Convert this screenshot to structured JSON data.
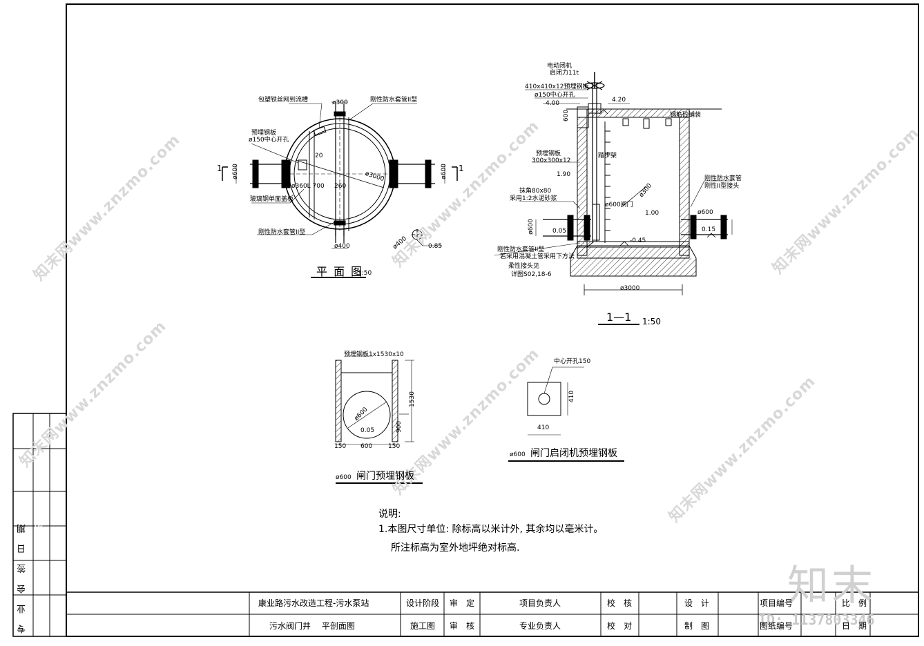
{
  "watermark": {
    "text": "知末网www.znzmo.com"
  },
  "logo": {
    "text": "知末",
    "id_text": "ID: 1137803346"
  },
  "plan": {
    "title": "平 面 图",
    "scale": "1:50",
    "labels": {
      "grate": "包塑铁丝网到流槽",
      "d300": "ø300",
      "sleeve_top": "刚性防水套管II型",
      "embed_plate": "预埋钢板",
      "center_hole": "ø150中心开孔",
      "r20": "20",
      "d600_left": "ø600",
      "d600_right": "ø600",
      "d3000": "ø3000",
      "d360": "ø360L 700",
      "v260": "260",
      "frp_grate": "玻璃钢单面盖板",
      "sleeve_bottom": "刚性防水套管II型",
      "d400_bottom": "ø400",
      "d400_side": "ø400",
      "elev": "0.85",
      "cut_left": "1",
      "cut_right": "1"
    }
  },
  "section": {
    "title": "1—1",
    "scale": "1:50",
    "labels": {
      "hoist": "电动闭机",
      "hoist2": "启闭力11t",
      "plate410": "410x410x12预埋钢板",
      "hole150": "ø150中心开孔",
      "elev400": "4.00",
      "elev420": "4.20",
      "paving": "钢筋砼铺装",
      "v600": "600",
      "embed300": "预埋钢板",
      "embed300b": "300x300x12",
      "elev190": "1.90",
      "ladder": "踏步架",
      "angle": "抹角80x80",
      "mortar": "采用1:2水泥砂浆",
      "d300": "ø300",
      "gate": "ø600闸门",
      "elev100": "1.00",
      "d600_left": "ø600",
      "elev005": "0.05",
      "sleeve_right": "刚性防水套管",
      "sleeve_right2": "刚性II型接头",
      "d600_right": "ø600",
      "elev015": "0.15",
      "elev_045": "-0.45",
      "sleeve_left": "刚性防水套管II型",
      "sleeve_left2": "若采用混凝土管采用下方法",
      "flex": "柔性接头见",
      "flex2": "详图S02,18-6",
      "d3000": "ø3000"
    }
  },
  "gate_plate": {
    "title": "闸门预埋钢板",
    "prefix": "ø600",
    "labels": {
      "plate": "预埋钢板1x1530x10",
      "d600": "ø600",
      "v005": "0.05",
      "h1530": "1530",
      "h900": "900",
      "w150a": "150",
      "w600": "600",
      "w150b": "150"
    }
  },
  "hoist_plate": {
    "title": "闸门启闭机预埋钢板",
    "prefix": "ø600",
    "labels": {
      "center": "中心开孔150",
      "v410": "410",
      "h410": "410"
    }
  },
  "notes": {
    "heading": "说明:",
    "line1": "1.本图尺寸单位: 除标高以米计外, 其余均以毫米计。",
    "line2": "所注标高为室外地坪绝对标高."
  },
  "title_block": {
    "project": "康业路污水改造工程-污水泵站",
    "drawing": "污水阀门井　 平剖面图",
    "stage_label": "设计阶段",
    "stage_value": "施工图",
    "approve": "审　定",
    "review": "审　核",
    "pm": "项目负责人",
    "lead": "专业负责人",
    "check": "校　核",
    "proof": "校　对",
    "design": "设　计",
    "draw": "制　图",
    "proj_no": "项目编号",
    "dwg_no": "图纸编号",
    "scale": "比　例",
    "date": "日　期"
  },
  "side_block": {
    "col1": "专 业 会 签 日 期",
    "col2": "专 业 会 签 日 期"
  }
}
